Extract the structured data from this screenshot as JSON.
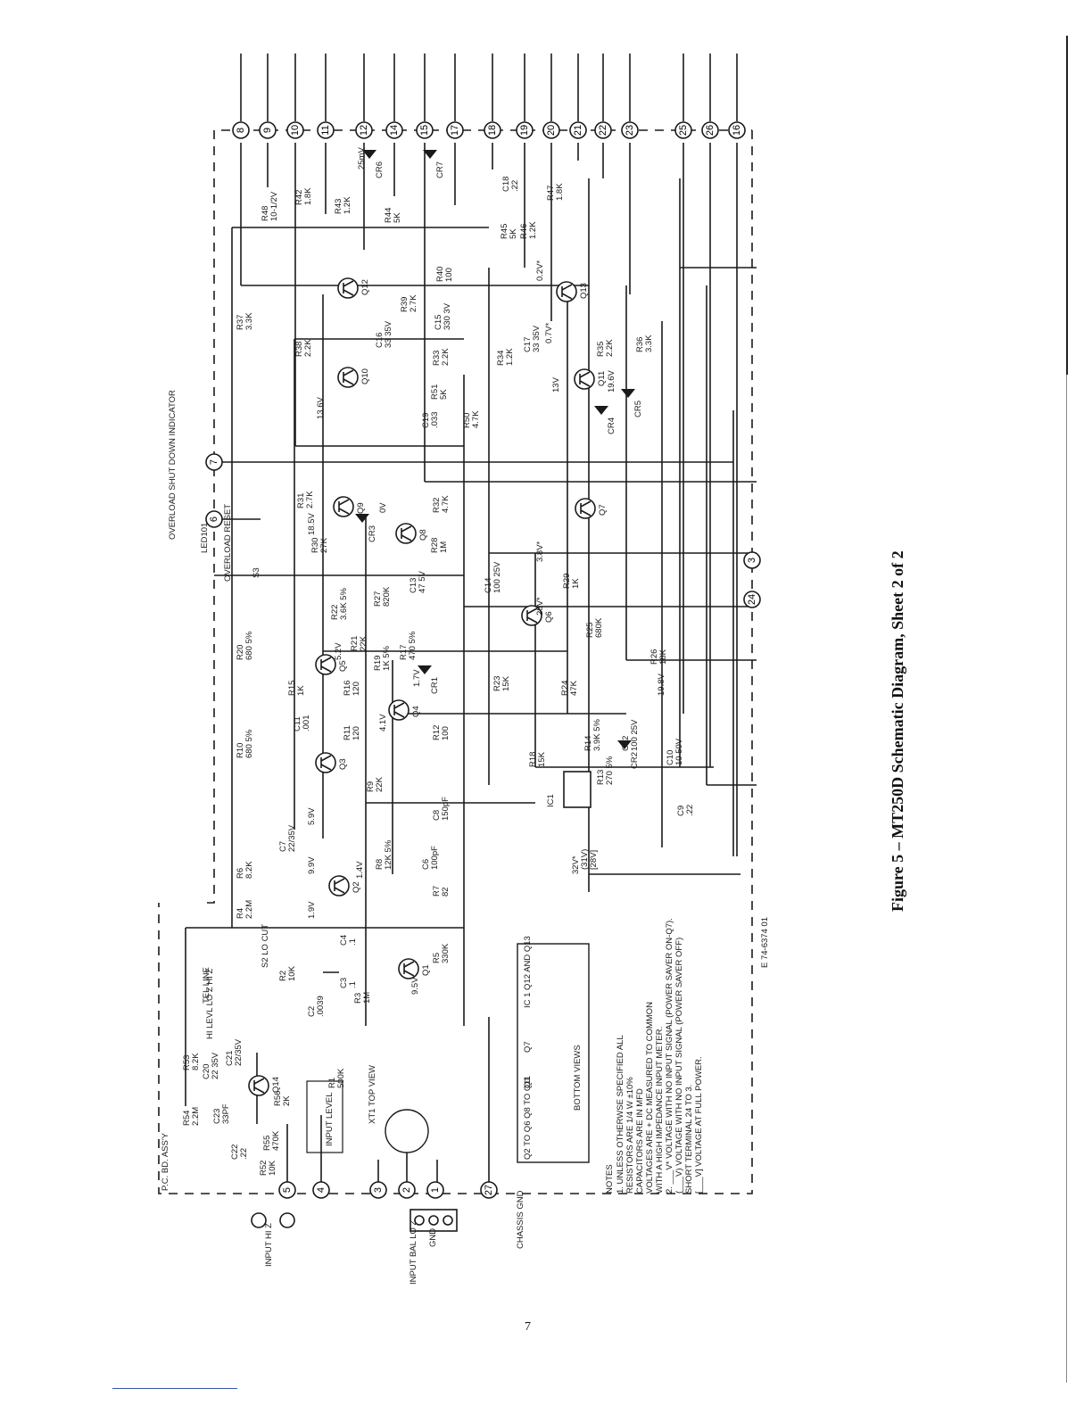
{
  "figure": {
    "caption": "Figure 5 – MT250D Schematic Diagram, Sheet 2 of 2",
    "page_number": "7",
    "drawing_number": "E 74-6374 01",
    "board_label": "P.C. BD. ASS'Y"
  },
  "top_pins": [
    "8",
    "9",
    "10",
    "11",
    "12",
    "14",
    "15",
    "17",
    "18",
    "19",
    "20",
    "21",
    "22",
    "23",
    "25",
    "26",
    "16"
  ],
  "left_pins": [
    "5",
    "4",
    "3",
    "2",
    "1",
    "27"
  ],
  "middle_pins": [
    "7",
    "6"
  ],
  "bottom_pins": [
    "3",
    "24"
  ],
  "connectors": {
    "input_hiz": "INPUT HI Z",
    "input_loz": "INPUT BAL LO Z",
    "gnd": "GND",
    "chassis_gnd": "CHASSIS GND",
    "led": "LED101",
    "overload_indicator": "OVERLOAD SHUT DOWN INDICATOR",
    "overload_reset": "OVERLOAD RESET",
    "s3": "S3",
    "input_level": "INPUT LEVEL",
    "tel_line": "TEL LINE",
    "locut": "S2 LO CUT",
    "hi_lo": "HI LEVL LO Z HI Z",
    "xt1": "XT1 TOP VIEW"
  },
  "transistors": [
    {
      "id": "Q1"
    },
    {
      "id": "Q2"
    },
    {
      "id": "Q3"
    },
    {
      "id": "Q4"
    },
    {
      "id": "Q5"
    },
    {
      "id": "Q6"
    },
    {
      "id": "Q7"
    },
    {
      "id": "Q8"
    },
    {
      "id": "Q9"
    },
    {
      "id": "Q10"
    },
    {
      "id": "Q11"
    },
    {
      "id": "Q12"
    },
    {
      "id": "Q13"
    },
    {
      "id": "Q14"
    }
  ],
  "components": [
    {
      "id": "R1",
      "value": "500K"
    },
    {
      "id": "R2",
      "value": "10K"
    },
    {
      "id": "R3",
      "value": "1M"
    },
    {
      "id": "R4",
      "value": "2.2M"
    },
    {
      "id": "R5",
      "value": "330K"
    },
    {
      "id": "R6",
      "value": "8.2K"
    },
    {
      "id": "R7",
      "value": "82"
    },
    {
      "id": "R8",
      "value": "12K 5%"
    },
    {
      "id": "R9",
      "value": "22K"
    },
    {
      "id": "R10",
      "value": "680 5%"
    },
    {
      "id": "R11",
      "value": "120"
    },
    {
      "id": "R12",
      "value": "100"
    },
    {
      "id": "R13",
      "value": "270 5%"
    },
    {
      "id": "R14",
      "value": "3.9K 5%"
    },
    {
      "id": "R15",
      "value": "1K"
    },
    {
      "id": "R16",
      "value": "120"
    },
    {
      "id": "R17",
      "value": "470 5%"
    },
    {
      "id": "R18",
      "value": "15K"
    },
    {
      "id": "R19",
      "value": "1K 5%"
    },
    {
      "id": "R20",
      "value": "680 5%"
    },
    {
      "id": "R21",
      "value": "22K"
    },
    {
      "id": "R22",
      "value": "3.6K 5%"
    },
    {
      "id": "R23",
      "value": "15K"
    },
    {
      "id": "R24",
      "value": "47K"
    },
    {
      "id": "R25",
      "value": "680K"
    },
    {
      "id": "R26",
      "value": "18K"
    },
    {
      "id": "R27",
      "value": "820K"
    },
    {
      "id": "R28",
      "value": "1M"
    },
    {
      "id": "R29",
      "value": "1K"
    },
    {
      "id": "R30",
      "value": "27K"
    },
    {
      "id": "R31",
      "value": "2.7K"
    },
    {
      "id": "R32",
      "value": "4.7K"
    },
    {
      "id": "R33",
      "value": "2.2K"
    },
    {
      "id": "R34",
      "value": "1.2K"
    },
    {
      "id": "R35",
      "value": "2.2K"
    },
    {
      "id": "R36",
      "value": "3.3K"
    },
    {
      "id": "R37",
      "value": "3.3K"
    },
    {
      "id": "R38",
      "value": "2.2K"
    },
    {
      "id": "R39",
      "value": "2.7K"
    },
    {
      "id": "R40",
      "value": "100"
    },
    {
      "id": "R42",
      "value": "1.8K"
    },
    {
      "id": "R43",
      "value": "1.2K"
    },
    {
      "id": "R44",
      "value": "5K"
    },
    {
      "id": "R45",
      "value": "5K"
    },
    {
      "id": "R46",
      "value": "1.2K"
    },
    {
      "id": "R47",
      "value": "1.8K"
    },
    {
      "id": "R48",
      "value": "10-1/2V"
    },
    {
      "id": "R50",
      "value": "4.7K"
    },
    {
      "id": "R51",
      "value": "5K"
    },
    {
      "id": "R52",
      "value": "10K"
    },
    {
      "id": "R53",
      "value": "8.2K"
    },
    {
      "id": "R54",
      "value": "2.2M"
    },
    {
      "id": "R55",
      "value": "470K"
    },
    {
      "id": "R56",
      "value": "2K"
    },
    {
      "id": "C2",
      "value": ".0039"
    },
    {
      "id": "C3",
      "value": ".1"
    },
    {
      "id": "C4",
      "value": ".1"
    },
    {
      "id": "C6",
      "value": "100pF"
    },
    {
      "id": "C7",
      "value": "22/35V"
    },
    {
      "id": "C8",
      "value": "150pF"
    },
    {
      "id": "C9",
      "value": ".22"
    },
    {
      "id": "C10",
      "value": "10 50V"
    },
    {
      "id": "C11",
      "value": ".001"
    },
    {
      "id": "C12",
      "value": "100 25V"
    },
    {
      "id": "C13",
      "value": "47 5V"
    },
    {
      "id": "C14",
      "value": "100 25V"
    },
    {
      "id": "C15",
      "value": "330 3V"
    },
    {
      "id": "C16",
      "value": "33 35V"
    },
    {
      "id": "C17",
      "value": "33 35V"
    },
    {
      "id": "C18",
      "value": ".22"
    },
    {
      "id": "C19",
      "value": ".033"
    },
    {
      "id": "C20",
      "value": "22 35V"
    },
    {
      "id": "C21",
      "value": "22/35V"
    },
    {
      "id": "C22",
      "value": ".22"
    },
    {
      "id": "C23",
      "value": "33PF"
    }
  ],
  "diodes": [
    "CR1",
    "CR2",
    "CR3",
    "CR4",
    "CR5",
    "CR6",
    "CR7"
  ],
  "ic": "IC1",
  "voltages": [
    "32V*",
    "(31V)",
    "[28V]",
    "25mV",
    "0.2V*",
    "0.7V*",
    "19.6V",
    "13.6V",
    "13V",
    "18.5V",
    "0V",
    "3.8V*",
    "28V*",
    "5.9V",
    "5.2V",
    "4.1V",
    "1.7V",
    "9.9V",
    "1.9V",
    "1.4V",
    "9.5V",
    "19.8V"
  ],
  "bottom_views": {
    "title": "BOTTOM VIEWS",
    "q2_q6": "Q2 TO Q6 Q8 TO Q11",
    "q1": "Q1",
    "q7": "Q7",
    "ic_label": "IC 1 Q12 AND Q13"
  },
  "notes": {
    "heading": "NOTES",
    "lines": [
      "1. UNLESS OTHERWSE SPECIFIED ALL",
      "RESISTORS ARE 1/4 W ±10%",
      "CAPACITORS ARE IN MFD",
      "VOLTAGES ARE + DC MEASURED TO COMMON",
      "WITH A HIGH IMPEDANCE INPUT METER.",
      "2. ___V* VOLTAGE WITH NO INPUT SIGNAL (POWER SAVER ON-Q7).",
      "(___V) VOLTAGE WITH NO INPUT SIGNAL (POWER SAVER OFF)",
      "SHORT TERMINAL 24 TO 3.",
      "[___V] VOLTAGE AT FULL POWER."
    ]
  }
}
